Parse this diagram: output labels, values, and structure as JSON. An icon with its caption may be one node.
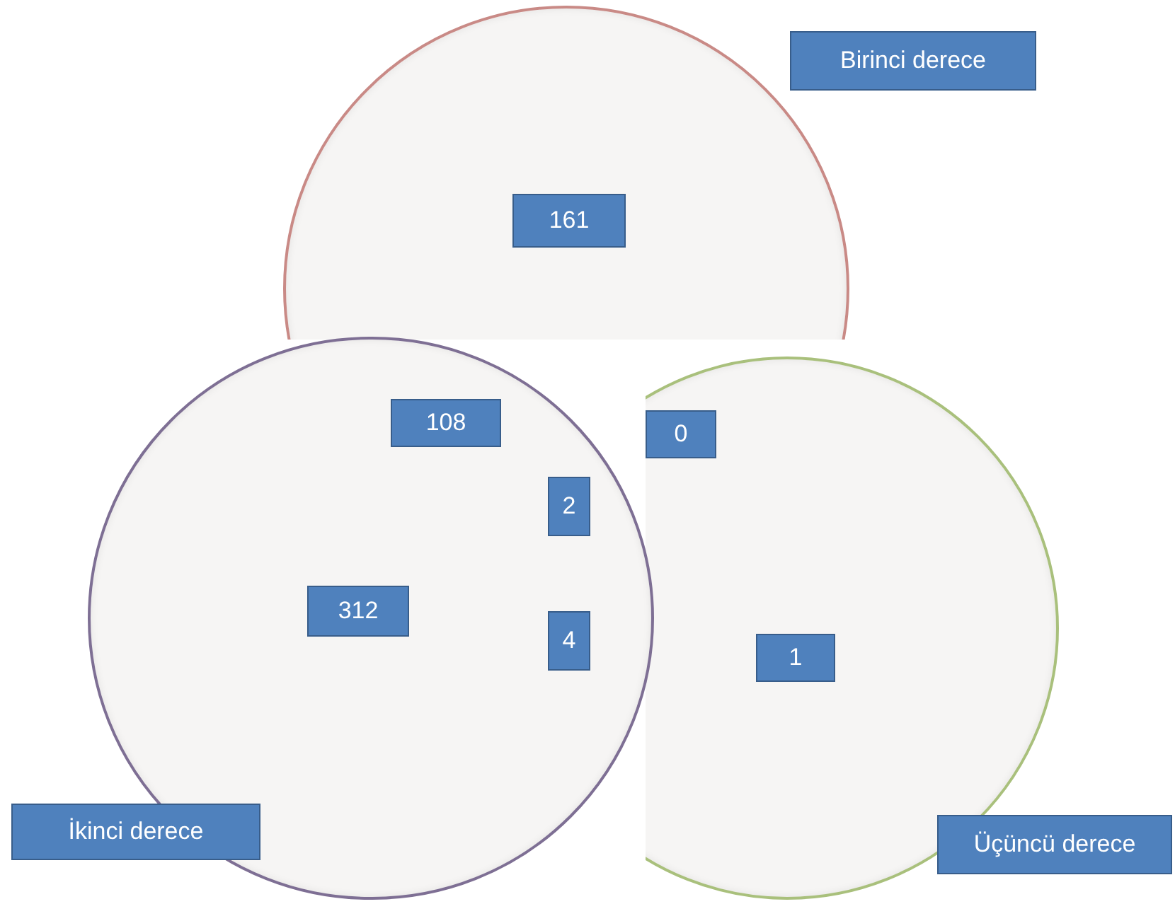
{
  "diagram": {
    "nodes": [
      {
        "text": [],
        "shape": "circle"
      },
      {
        "text": [
          "Birinci derece"
        ]
      },
      {
        "text": [
          "161"
        ],
        "in": 0
      },
      {
        "text": [],
        "shape": "circle"
      },
      {
        "text": [],
        "shape": "circle"
      },
      {
        "text": [
          "108"
        ]
      },
      {
        "text": [
          "0"
        ]
      },
      {
        "text": [
          "2"
        ]
      },
      {
        "text": [
          "312"
        ],
        "in": 3
      },
      {
        "text": [
          "4"
        ]
      },
      {
        "text": [
          "1"
        ],
        "in": 4
      },
      {
        "text": [
          "İkinci derece"
        ]
      },
      {
        "text": [
          "Üçüncü derece"
        ]
      }
    ]
  }
}
